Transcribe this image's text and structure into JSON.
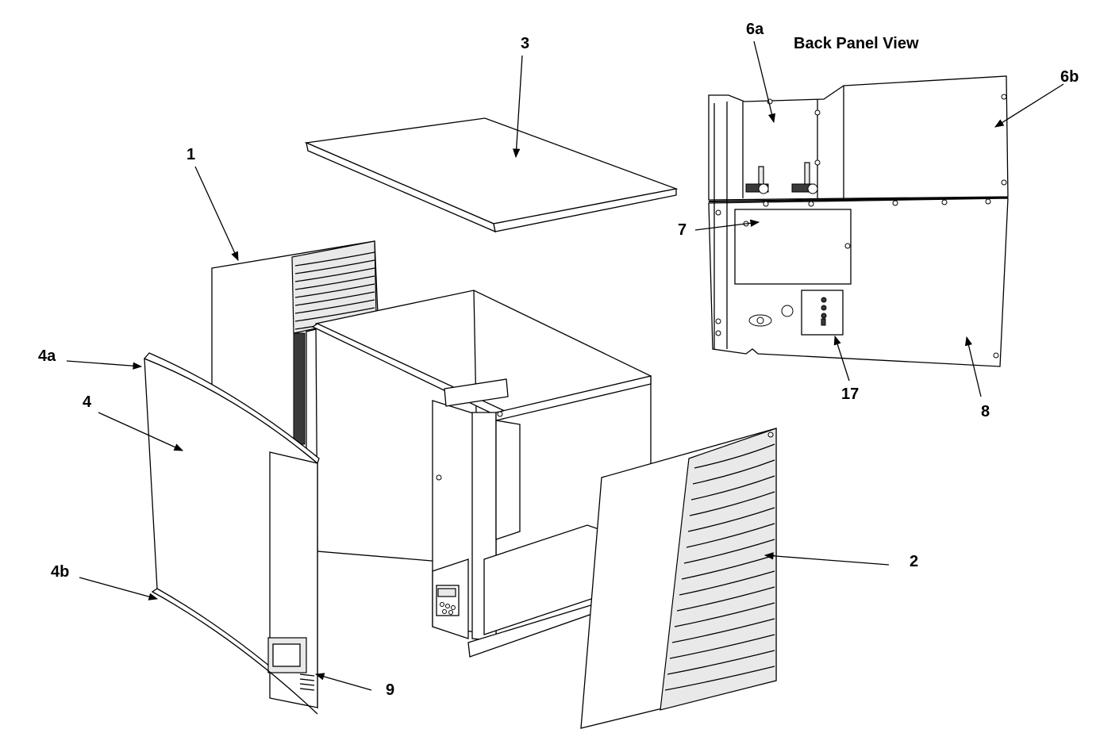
{
  "view_title": "Back Panel View",
  "callouts": {
    "c1": "1",
    "c2": "2",
    "c3": "3",
    "c4": "4",
    "c4a": "4a",
    "c4b": "4b",
    "c6a": "6a",
    "c6b": "6b",
    "c7": "7",
    "c8": "8",
    "c9": "9",
    "c17": "17"
  },
  "colors": {
    "line": "#000000",
    "background": "#ffffff",
    "shade": "#e9e9e9"
  }
}
